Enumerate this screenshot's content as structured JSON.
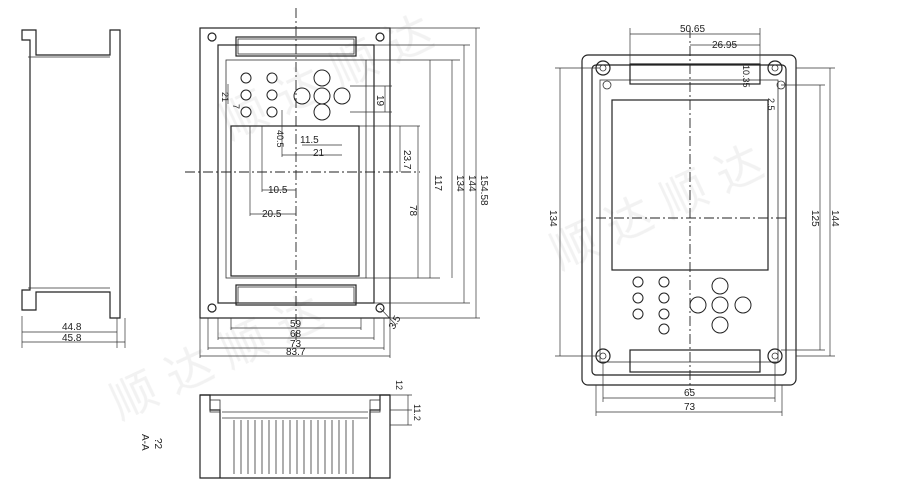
{
  "section": {
    "name": "A-A",
    "scale": "?2"
  },
  "watermark": "顺 达 顺 达",
  "side_view": {
    "dims": [
      "44.8",
      "45.8"
    ]
  },
  "front_view": {
    "dims": {
      "d59": "59",
      "d68": "68",
      "d73": "73",
      "d83_7": "83.7",
      "d3_5": "3.5",
      "d134": "134",
      "d144": "144",
      "d154_58": "154.58",
      "d117": "117",
      "d78": "78",
      "d23_7": "23.7",
      "d19": "19",
      "d11_5": "11.5",
      "d21": "21",
      "d10_5": "10.5",
      "d20_5": "20.5",
      "d40_5": "40.5",
      "d21_left": "21",
      "d7": "7"
    }
  },
  "rear_view": {
    "dims": {
      "d50_65": "50.65",
      "d26_95": "26.95",
      "d10_35": "10.35",
      "d2_5": "2.5",
      "d134": "134",
      "d125": "125",
      "d144": "144",
      "d65": "65",
      "d73": "73"
    }
  },
  "bottom_view": {
    "dims": {
      "d12": "12",
      "d11_2": "11.2"
    }
  }
}
